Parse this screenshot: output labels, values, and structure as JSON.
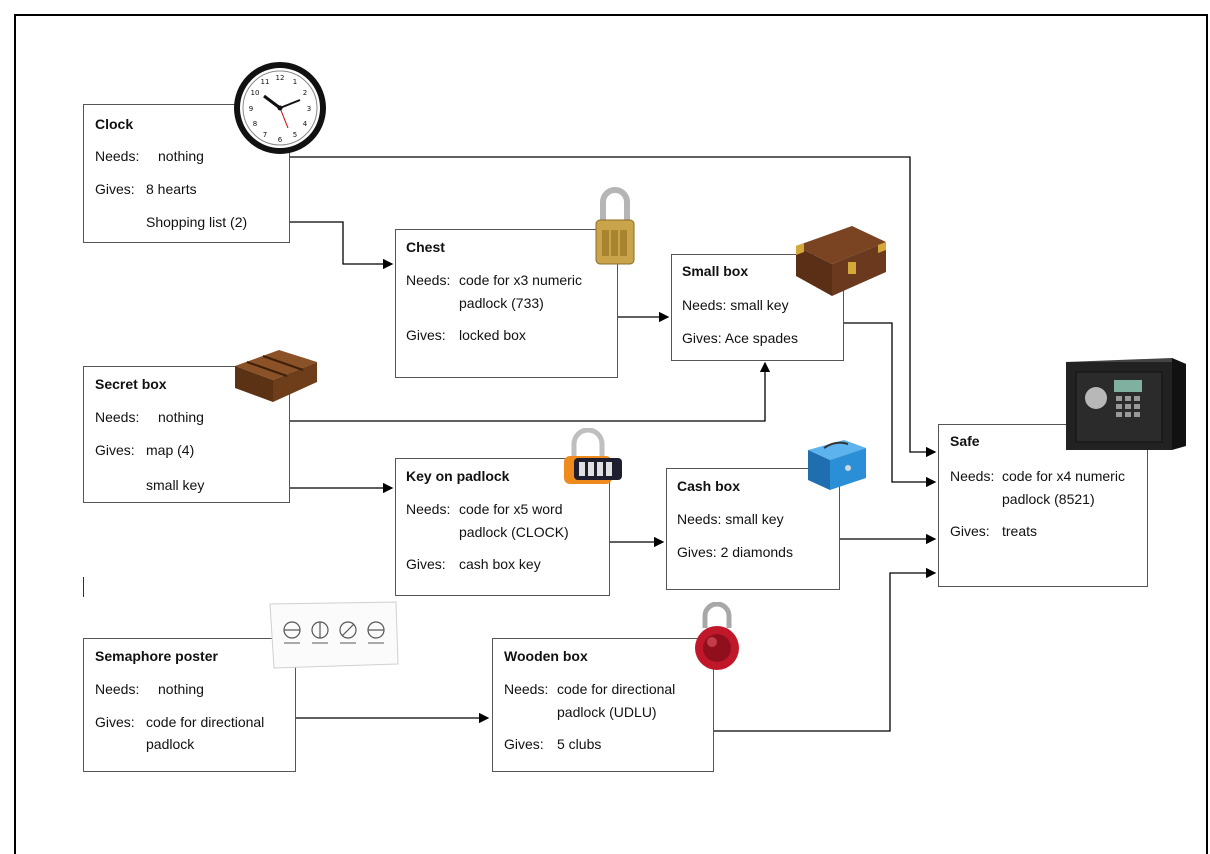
{
  "nodes": {
    "clock": {
      "title": "Clock",
      "needs_label": "Needs:",
      "needs": "nothing",
      "gives_label": "Gives:",
      "gives": [
        "8 hearts",
        "Shopping list (2)"
      ]
    },
    "chest": {
      "title": "Chest",
      "needs_label": "Needs:",
      "needs": [
        "code for x3 numeric",
        "padlock (733)"
      ],
      "gives_label": "Gives:",
      "gives": "locked box"
    },
    "small_box": {
      "title": "Small box",
      "needs": "Needs: small key",
      "gives": "Gives: Ace spades"
    },
    "secret_box": {
      "title": "Secret box",
      "needs_label": "Needs:",
      "needs": "nothing",
      "gives_label": "Gives:",
      "gives": [
        "map (4)",
        "small key"
      ]
    },
    "key_on_padlock": {
      "title": "Key on padlock",
      "needs_label": "Needs:",
      "needs": [
        "code for x5 word",
        "padlock (CLOCK)"
      ],
      "gives_label": "Gives:",
      "gives": "cash box key"
    },
    "cash_box": {
      "title": "Cash box",
      "needs": "Needs: small key",
      "gives": "Gives: 2 diamonds"
    },
    "safe": {
      "title": "Safe",
      "needs_label": "Needs:",
      "needs": [
        "code for x4 numeric",
        "padlock (8521)"
      ],
      "gives_label": "Gives:",
      "gives": "treats"
    },
    "semaphore_poster": {
      "title": "Semaphore poster",
      "needs_label": "Needs:",
      "needs": "nothing",
      "gives_label": "Gives:",
      "gives": [
        "code for directional",
        "padlock"
      ]
    },
    "wooden_box": {
      "title": "Wooden box",
      "needs_label": "Needs:",
      "needs": [
        "code for directional",
        "padlock (UDLU)"
      ],
      "gives_label": "Gives:",
      "gives": "5 clubs"
    }
  },
  "icons": [
    "wall-clock-icon",
    "brass-padlock-icon",
    "treasure-chest-icon",
    "wooden-puzzle-box-icon",
    "word-padlock-icon",
    "blue-cash-box-icon",
    "digital-safe-icon",
    "semaphore-poster-icon",
    "red-directional-padlock-icon"
  ],
  "colors": {
    "border": "#555555",
    "line": "#000000",
    "safe_body": "#222222",
    "cash_box": "#2a8fd6",
    "red_lock": "#c0182a",
    "brass": "#c9a44a",
    "wood": "#6b3a1e"
  }
}
